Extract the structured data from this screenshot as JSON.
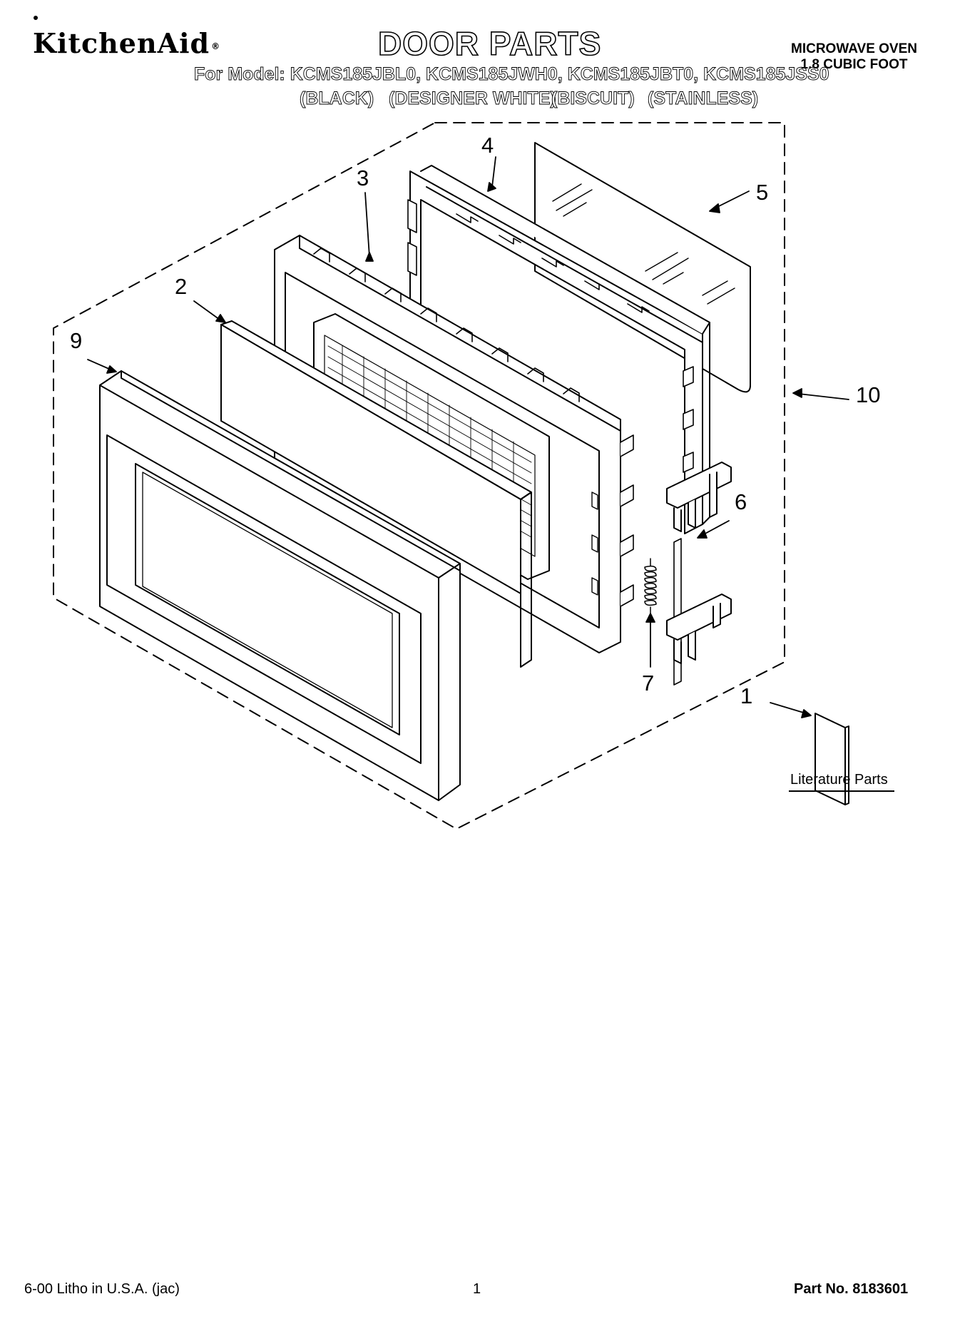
{
  "header": {
    "brand": "KitchenAid",
    "registered_mark": "®",
    "title": "DOOR PARTS",
    "models_line": "For Model: KCMS185JBL0, KCMS185JWH0, KCMS185JBT0, KCMS185JSS0",
    "colors": [
      "(BLACK)",
      "(DESIGNER WHITE)",
      "(BISCUIT)",
      "(STAINLESS)"
    ],
    "appliance_type": "MICROWAVE OVEN",
    "capacity": "1.8 CUBIC FOOT"
  },
  "diagram": {
    "callouts": [
      "1",
      "2",
      "3",
      "4",
      "5",
      "6",
      "7",
      "9",
      "10"
    ],
    "literature_label": "Literature Parts"
  },
  "footer": {
    "print_info": "6-00 Litho in U.S.A. (jac)",
    "page_number": "1",
    "part_number": "Part No. 8183601"
  }
}
